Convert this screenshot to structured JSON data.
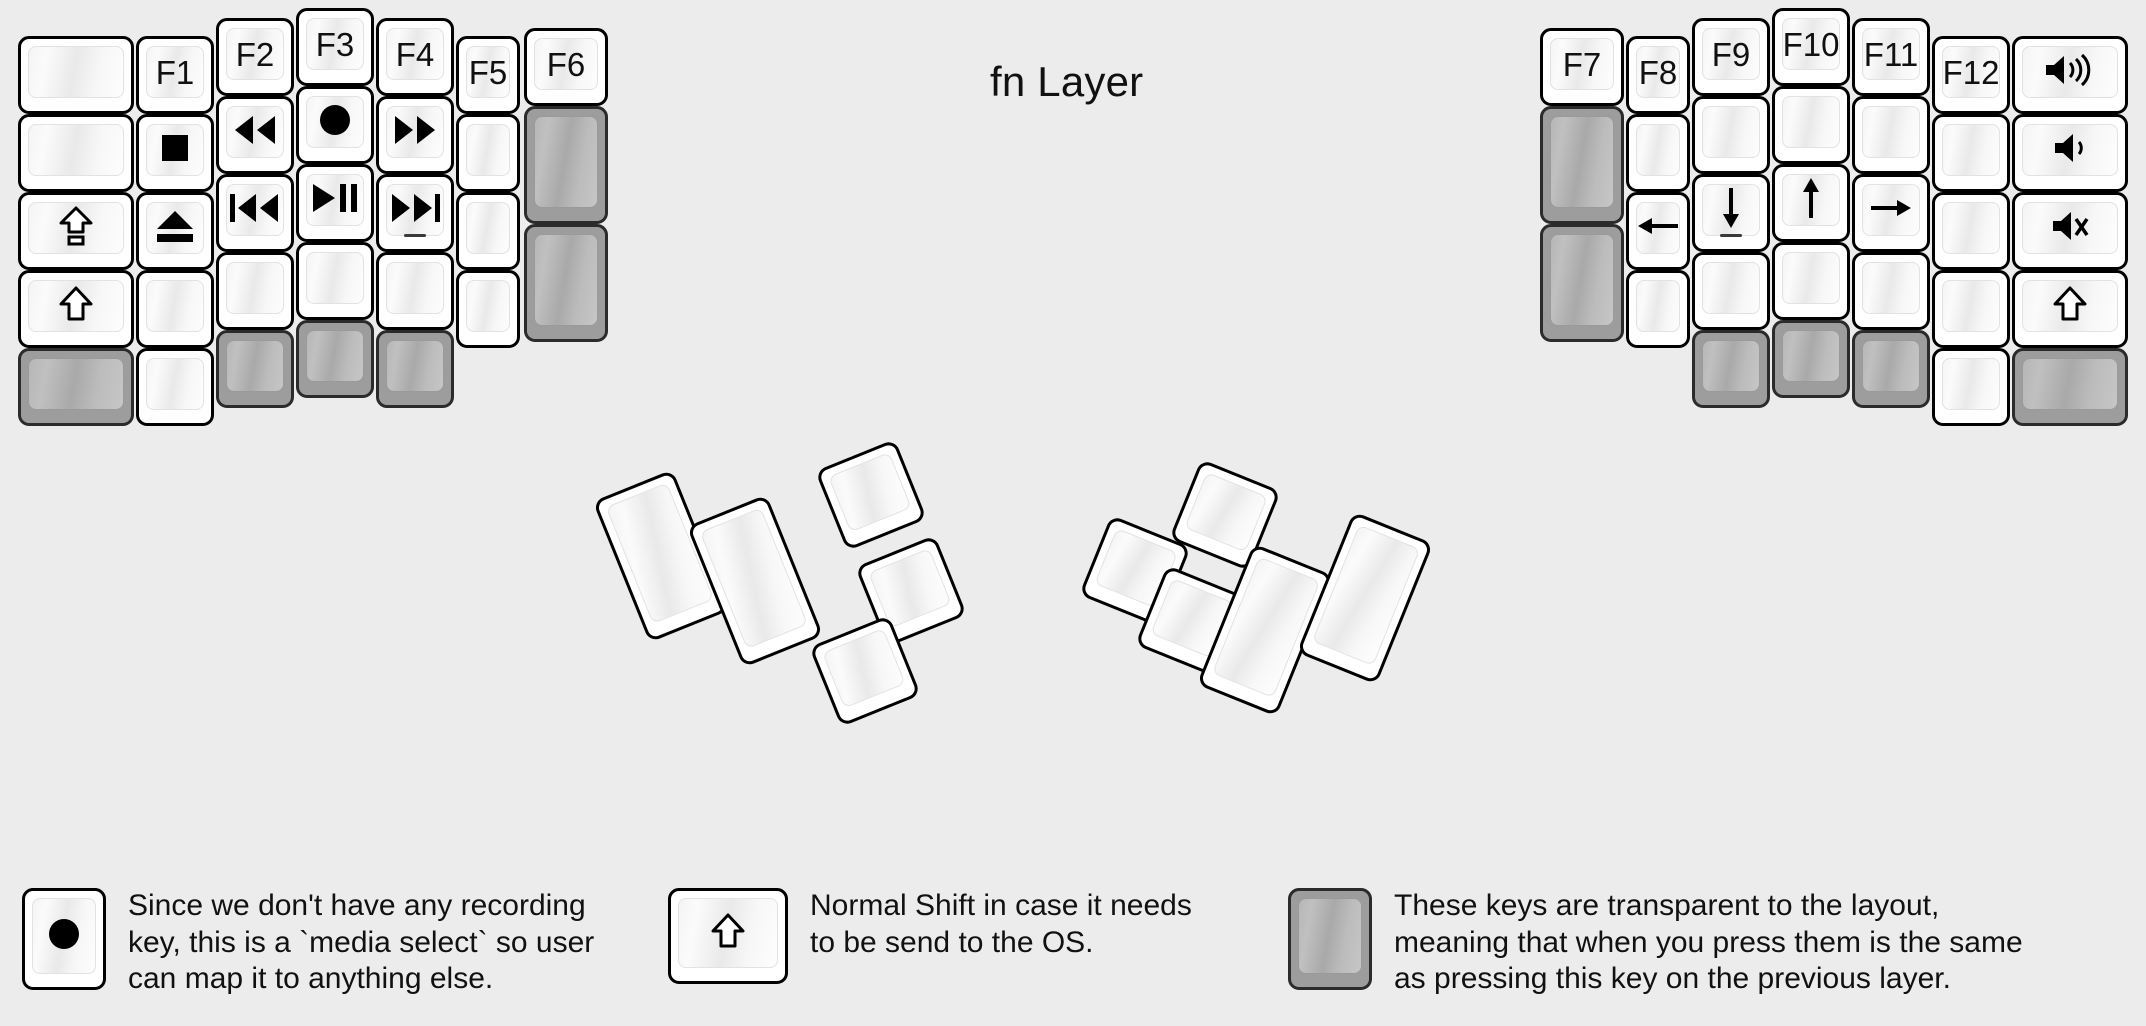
{
  "title": "fn Layer",
  "colors": {
    "canvas": "#ececec",
    "key_face": "#ffffff",
    "key_border": "#000000",
    "transparent_key": "#9d9d9d",
    "text": "#111111"
  },
  "left_half": {
    "columns": [
      {
        "name": "pinky-outer",
        "keys": [
          {
            "label": "",
            "icon": "blank",
            "state": "blank"
          },
          {
            "label": "",
            "icon": "blank",
            "state": "blank"
          },
          {
            "label": "",
            "icon": "caps-lock",
            "state": "normal"
          },
          {
            "label": "",
            "icon": "shift",
            "state": "normal"
          },
          {
            "label": "",
            "icon": "blank",
            "state": "transparent"
          }
        ]
      },
      {
        "name": "pinky",
        "keys": [
          {
            "label": "F1",
            "icon": "text",
            "state": "normal"
          },
          {
            "label": "",
            "icon": "stop",
            "state": "normal"
          },
          {
            "label": "",
            "icon": "eject",
            "state": "normal"
          },
          {
            "label": "",
            "icon": "blank",
            "state": "blank"
          },
          {
            "label": "",
            "icon": "blank",
            "state": "blank"
          }
        ]
      },
      {
        "name": "ring",
        "keys": [
          {
            "label": "F2",
            "icon": "text",
            "state": "normal"
          },
          {
            "label": "",
            "icon": "rewind",
            "state": "normal"
          },
          {
            "label": "",
            "icon": "prev-track",
            "state": "normal"
          },
          {
            "label": "",
            "icon": "blank",
            "state": "blank"
          },
          {
            "label": "",
            "icon": "blank",
            "state": "transparent"
          }
        ]
      },
      {
        "name": "middle",
        "keys": [
          {
            "label": "F3",
            "icon": "text",
            "state": "normal"
          },
          {
            "label": "",
            "icon": "record",
            "state": "normal"
          },
          {
            "label": "",
            "icon": "play-pause",
            "state": "normal"
          },
          {
            "label": "",
            "icon": "blank",
            "state": "blank"
          },
          {
            "label": "",
            "icon": "blank",
            "state": "transparent"
          }
        ]
      },
      {
        "name": "index",
        "keys": [
          {
            "label": "F4",
            "icon": "text",
            "state": "normal"
          },
          {
            "label": "",
            "icon": "fast-forward",
            "state": "normal"
          },
          {
            "label": "",
            "icon": "next-track",
            "state": "normal",
            "homing": true
          },
          {
            "label": "",
            "icon": "blank",
            "state": "blank"
          },
          {
            "label": "",
            "icon": "blank",
            "state": "transparent"
          }
        ]
      },
      {
        "name": "index-inner",
        "keys": [
          {
            "label": "F5",
            "icon": "text",
            "state": "normal"
          },
          {
            "label": "",
            "icon": "blank",
            "state": "blank"
          },
          {
            "label": "",
            "icon": "blank",
            "state": "blank"
          },
          {
            "label": "",
            "icon": "blank",
            "state": "blank"
          }
        ]
      },
      {
        "name": "inner-extra",
        "keys": [
          {
            "label": "F6",
            "icon": "text",
            "state": "normal"
          },
          {
            "label": "",
            "icon": "blank",
            "state": "transparent"
          },
          {
            "label": "",
            "icon": "blank",
            "state": "transparent"
          }
        ]
      }
    ],
    "thumb_cluster": [
      {
        "label": "",
        "icon": "blank",
        "state": "blank",
        "size": "tall"
      },
      {
        "label": "",
        "icon": "blank",
        "state": "blank",
        "size": "tall"
      },
      {
        "label": "",
        "icon": "blank",
        "state": "blank",
        "size": "small"
      },
      {
        "label": "",
        "icon": "blank",
        "state": "blank",
        "size": "small"
      },
      {
        "label": "",
        "icon": "blank",
        "state": "blank",
        "size": "small"
      }
    ]
  },
  "right_half": {
    "columns": [
      {
        "name": "inner-extra",
        "keys": [
          {
            "label": "F7",
            "icon": "text",
            "state": "normal"
          },
          {
            "label": "",
            "icon": "blank",
            "state": "transparent"
          },
          {
            "label": "",
            "icon": "blank",
            "state": "transparent"
          }
        ]
      },
      {
        "name": "index-inner",
        "keys": [
          {
            "label": "F8",
            "icon": "text",
            "state": "normal"
          },
          {
            "label": "",
            "icon": "blank",
            "state": "blank"
          },
          {
            "label": "",
            "icon": "arrow-left",
            "state": "normal"
          },
          {
            "label": "",
            "icon": "blank",
            "state": "blank"
          }
        ]
      },
      {
        "name": "index",
        "keys": [
          {
            "label": "F9",
            "icon": "text",
            "state": "normal"
          },
          {
            "label": "",
            "icon": "blank",
            "state": "blank"
          },
          {
            "label": "",
            "icon": "arrow-down",
            "state": "normal",
            "homing": true
          },
          {
            "label": "",
            "icon": "blank",
            "state": "blank"
          },
          {
            "label": "",
            "icon": "blank",
            "state": "transparent"
          }
        ]
      },
      {
        "name": "middle",
        "keys": [
          {
            "label": "F10",
            "icon": "text",
            "state": "normal"
          },
          {
            "label": "",
            "icon": "blank",
            "state": "blank"
          },
          {
            "label": "",
            "icon": "arrow-up",
            "state": "normal"
          },
          {
            "label": "",
            "icon": "blank",
            "state": "blank"
          },
          {
            "label": "",
            "icon": "blank",
            "state": "transparent"
          }
        ]
      },
      {
        "name": "ring",
        "keys": [
          {
            "label": "F11",
            "icon": "text",
            "state": "normal"
          },
          {
            "label": "",
            "icon": "blank",
            "state": "blank"
          },
          {
            "label": "",
            "icon": "arrow-right",
            "state": "normal"
          },
          {
            "label": "",
            "icon": "blank",
            "state": "blank"
          },
          {
            "label": "",
            "icon": "blank",
            "state": "transparent"
          }
        ]
      },
      {
        "name": "pinky",
        "keys": [
          {
            "label": "F12",
            "icon": "text",
            "state": "normal"
          },
          {
            "label": "",
            "icon": "blank",
            "state": "blank"
          },
          {
            "label": "",
            "icon": "blank",
            "state": "blank"
          },
          {
            "label": "",
            "icon": "blank",
            "state": "blank"
          },
          {
            "label": "",
            "icon": "blank",
            "state": "blank"
          }
        ]
      },
      {
        "name": "pinky-outer",
        "keys": [
          {
            "label": "",
            "icon": "volume-up",
            "state": "normal"
          },
          {
            "label": "",
            "icon": "volume-down",
            "state": "normal"
          },
          {
            "label": "",
            "icon": "volume-mute",
            "state": "normal"
          },
          {
            "label": "",
            "icon": "shift",
            "state": "normal"
          },
          {
            "label": "",
            "icon": "blank",
            "state": "transparent"
          }
        ]
      }
    ],
    "thumb_cluster": [
      {
        "label": "",
        "icon": "blank",
        "state": "blank",
        "size": "small"
      },
      {
        "label": "",
        "icon": "blank",
        "state": "blank",
        "size": "small"
      },
      {
        "label": "",
        "icon": "blank",
        "state": "blank",
        "size": "small"
      },
      {
        "label": "",
        "icon": "blank",
        "state": "blank",
        "size": "tall"
      },
      {
        "label": "",
        "icon": "blank",
        "state": "blank",
        "size": "tall"
      }
    ]
  },
  "legend": [
    {
      "icon": "record",
      "state": "normal",
      "shape": "tall",
      "text": "Since we don't have any recording\nkey, this is a `media select` so user\ncan map it to anything else."
    },
    {
      "icon": "shift",
      "state": "normal",
      "shape": "wide",
      "text": "Normal Shift in case it needs\nto be send to the OS."
    },
    {
      "icon": "blank",
      "state": "transparent",
      "shape": "tall",
      "text": "These keys are transparent to the layout,\nmeaning that when you press them is the same\nas pressing this key on the previous layer."
    }
  ]
}
